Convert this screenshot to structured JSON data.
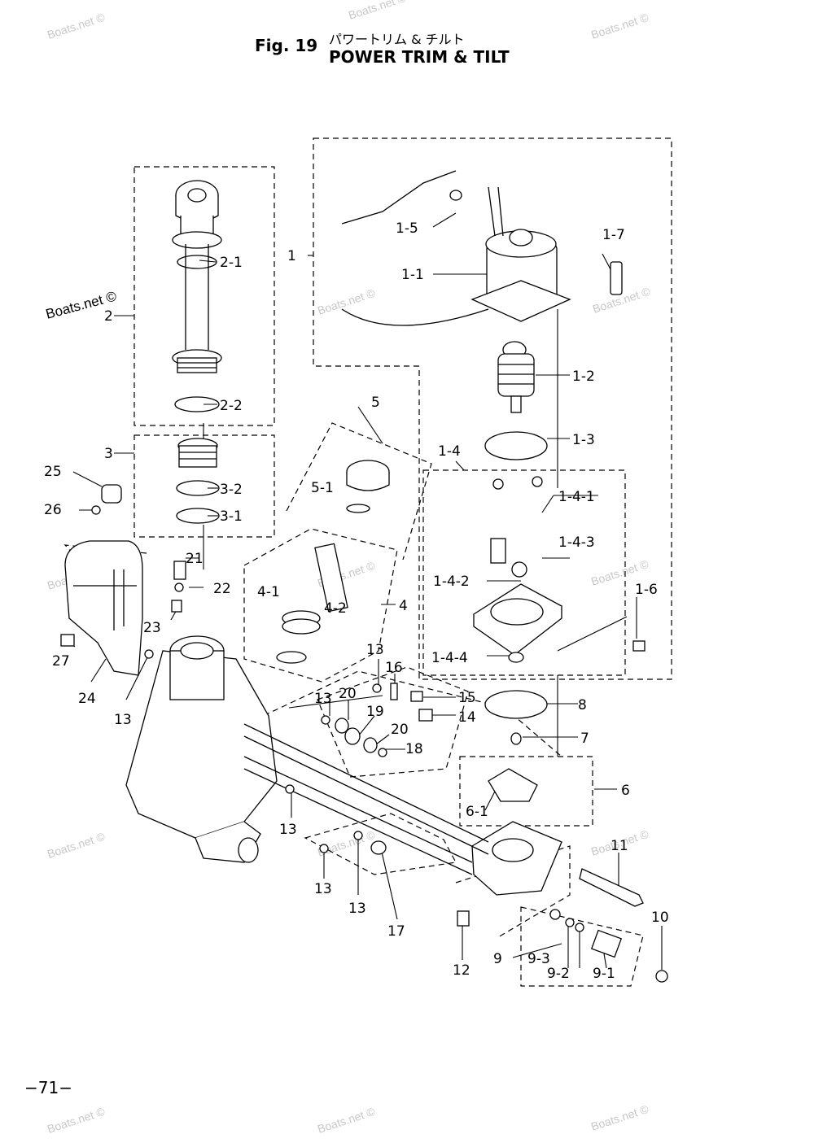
{
  "header": {
    "fig_label": "Fig. 19",
    "title_jp": "パワートリム & チルト",
    "title_en": "POWER TRIM & TILT"
  },
  "watermark": "Boats.net ©",
  "callouts": [
    "1",
    "1-1",
    "1-2",
    "1-3",
    "1-4",
    "1-4-1",
    "1-4-2",
    "1-4-3",
    "1-4-4",
    "1-5",
    "1-6",
    "1-7",
    "2",
    "2-1",
    "2-2",
    "3",
    "3-1",
    "3-2",
    "4",
    "4-1",
    "4-2",
    "5",
    "5-1",
    "6",
    "6-1",
    "7",
    "8",
    "9",
    "9-1",
    "9-2",
    "9-3",
    "10",
    "11",
    "12",
    "13",
    "14",
    "15",
    "16",
    "17",
    "18",
    "19",
    "20",
    "21",
    "22",
    "23",
    "24",
    "25",
    "26",
    "27"
  ],
  "page_number": "−71−"
}
